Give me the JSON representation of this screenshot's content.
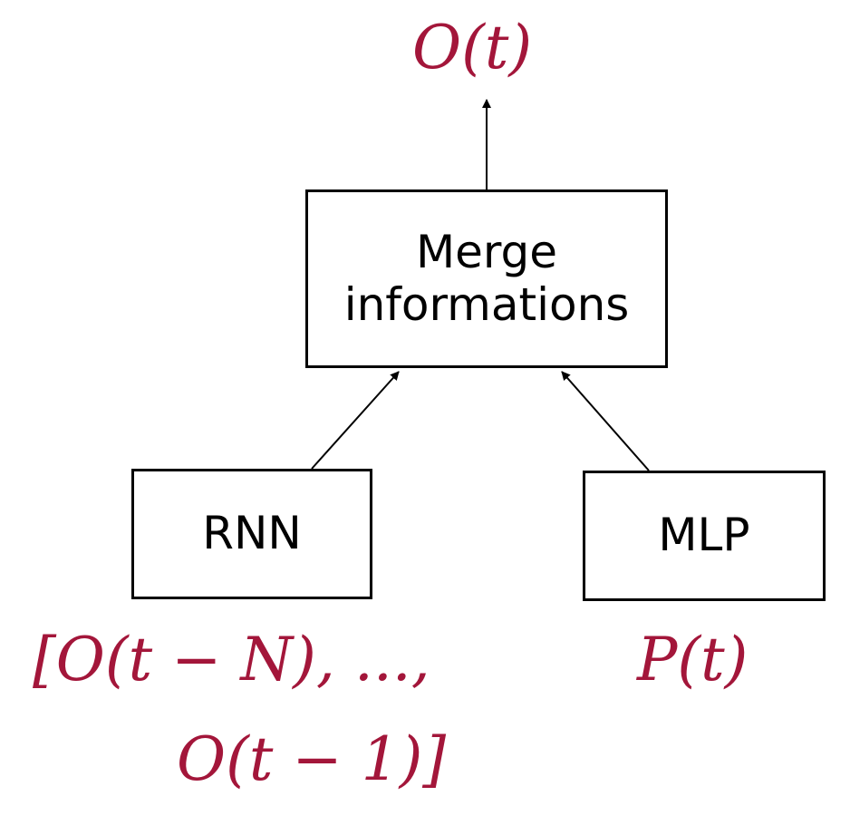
{
  "colors": {
    "math_text": "#a3163a",
    "box_border": "#000000",
    "box_text": "#000000",
    "arrow": "#000000"
  },
  "diagram": {
    "output": "O(t)",
    "merge_node": {
      "line1": "Merge",
      "line2": "informations"
    },
    "rnn_node": {
      "label": "RNN",
      "input_line1": "[O(t − N), ...,",
      "input_line2": "O(t − 1)]"
    },
    "mlp_node": {
      "label": "MLP",
      "input": "P(t)"
    }
  }
}
